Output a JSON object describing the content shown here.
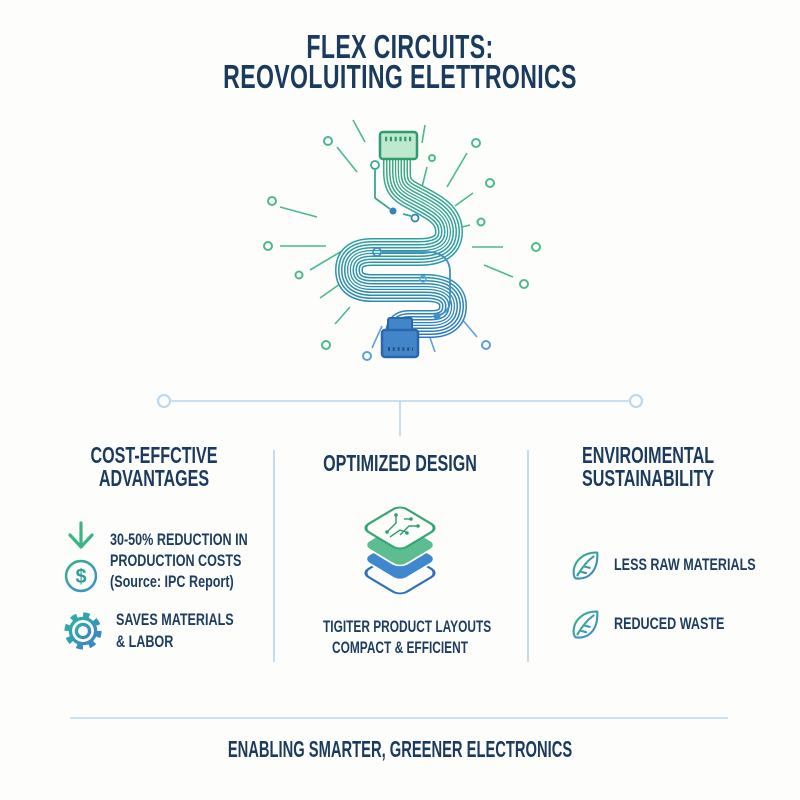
{
  "title": {
    "line1": "FLEX CIRCUITS:",
    "line2": "REOVOLUITING ELETTRONICS"
  },
  "hero": {
    "alt": "flexible S-shaped circuit ribbon, green-to-blue gradient, connector at each end, radiating spark lines and trace pads"
  },
  "columns": {
    "left": {
      "header_line1": "COST-EFFCTIVE",
      "header_line2": "ADVANTAGES",
      "item1": {
        "line1": "30-50% REDUCTION IN",
        "line2": "PRODUCTION COSTS",
        "line3": "(Source: IPC Report)"
      },
      "item2": {
        "line1": "SAVES MATERIALS",
        "line2": "& LABOR"
      }
    },
    "middle": {
      "header": "OPTIMIZED DESIGN",
      "caption_line1": "TIGITER PRODUCT LAYOUTS",
      "caption_line2": "COMPACT & EFFICIENT"
    },
    "right": {
      "header_line1": "ENVIROIMENTAL",
      "header_line2": "SUSTAINABILITY",
      "item1": "LESS RAW MATERIALS",
      "item2": "REDUCED WASTE"
    }
  },
  "footer": {
    "text": "ENABLING SMARTER, GREENER ELECTRONICS"
  },
  "icons": {
    "left_item1": [
      "down-arrow-icon",
      "dollar-circle-icon"
    ],
    "left_item2": [
      "gear-icon"
    ],
    "middle": [
      "layer-stack-icon"
    ],
    "right_item1": [
      "leaf-icon"
    ],
    "right_item2": [
      "leaf-icon"
    ]
  },
  "colors": {
    "navy_text": "#1b3b5e",
    "green": "#36b381",
    "teal": "#2ba3a0",
    "blue": "#3e82c6",
    "light_blue_line": "#b9d6ec",
    "divider": "#c3dced",
    "connector_green_fill": "#bfe9ce",
    "connector_green_stroke": "#2f9c6d",
    "connector_blue_fill": "#4285c8",
    "connector_blue_stroke": "#2b66ad",
    "background": "#fdfdfb"
  }
}
